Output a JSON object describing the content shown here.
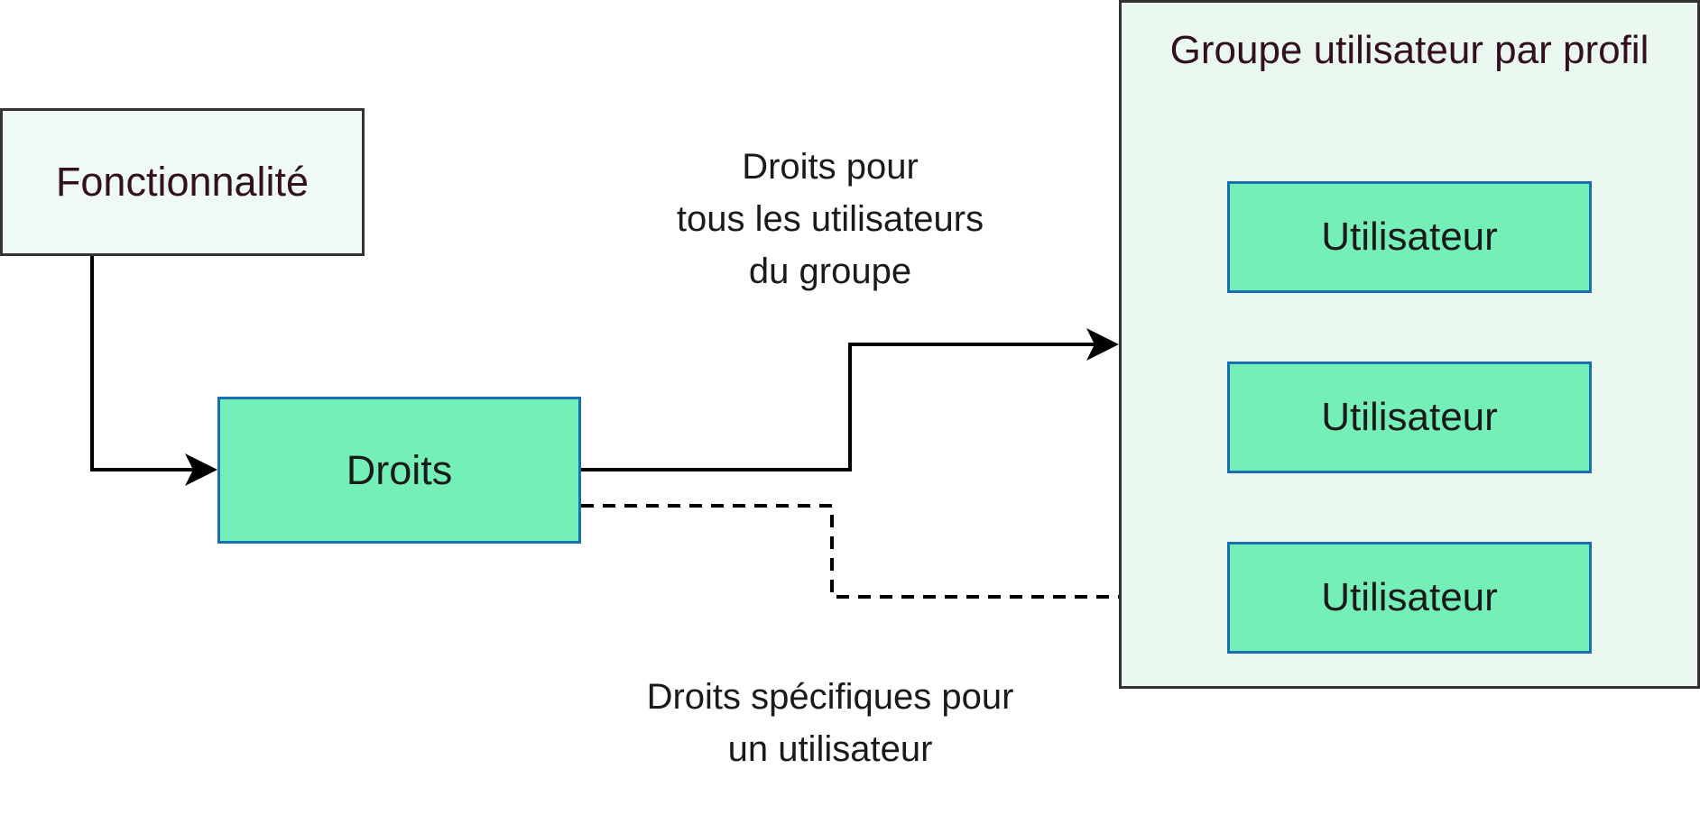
{
  "nodes": {
    "fonctionnalite": "Fonctionnalité",
    "droits": "Droits",
    "group_title": "Groupe utilisateur par profil",
    "users": [
      "Utilisateur",
      "Utilisateur",
      "Utilisateur"
    ]
  },
  "edge_labels": {
    "group_rights": [
      "Droits pour",
      "tous les utilisateurs",
      "du groupe"
    ],
    "user_rights": [
      "Droits spécifiques pour",
      "un utilisateur"
    ]
  },
  "colors": {
    "green_fill": "#74efb7",
    "light_fill": "#eefaf3",
    "blue_border": "#1a6fb3",
    "dark_border": "#333333",
    "title_text": "#33101f"
  }
}
